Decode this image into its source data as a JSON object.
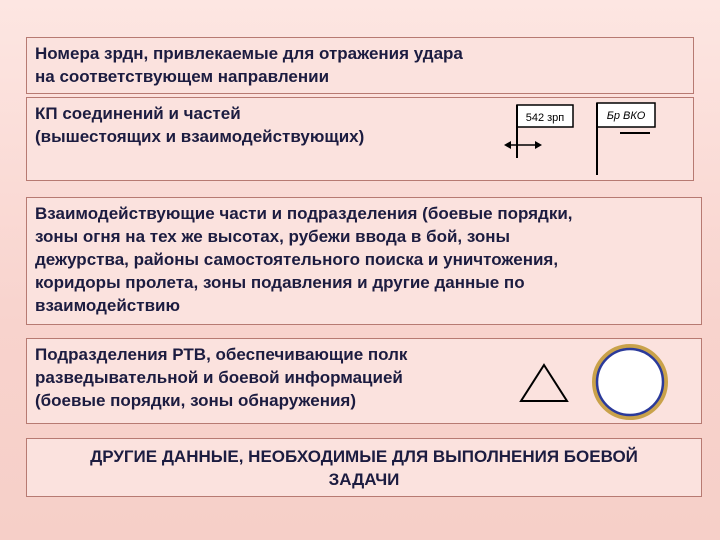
{
  "panels": {
    "zrdn": {
      "lines": [
        "Номера зрдн, привлекаемые для отражения удара",
        "на соответствующем направлении"
      ]
    },
    "kp": {
      "lines": [
        "КП соединений и частей",
        "(вышестоящих и взаимодействующих)"
      ],
      "flag1_label": "542 зрп",
      "flag2_label": "Бр ВКО"
    },
    "interaction": {
      "lines": [
        "Взаимодействующие части и подразделения (боевые порядки,",
        "зоны огня на тех же высотах, рубежи ввода в бой, зоны",
        "дежурства, районы самостоятельного поиска и уничтожения,",
        "коридоры пролета, зоны подавления и другие данные по",
        "взаимодействию"
      ]
    },
    "rtv": {
      "lines": [
        "Подразделения РТВ, обеспечивающие полк",
        "разведывательной и боевой информацией",
        "(боевые порядки, зоны обнаружения)"
      ],
      "triangle_icon": "triangle-outline",
      "circle_icon": "circle-ring",
      "circle_outer_color": "#c9a24a",
      "circle_inner_color": "#2b3a9a"
    },
    "other": {
      "lines": [
        "ДРУГИЕ ДАННЫЕ, НЕОБХОДИМЫЕ ДЛЯ ВЫПОЛНЕНИЯ БОЕВОЙ",
        "ЗАДАЧИ"
      ]
    }
  }
}
